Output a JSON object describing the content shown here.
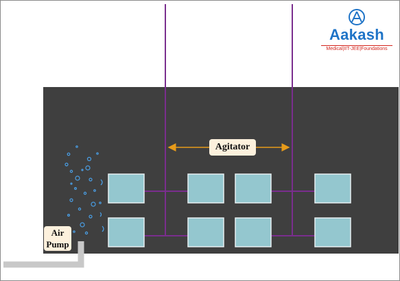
{
  "diagram": {
    "agitator_label": "Agitator",
    "air_pump_label_line1": "Air",
    "air_pump_label_line2": "Pump"
  },
  "logo": {
    "name": "Aakash",
    "tagline": "Medical|IIT-JEE|Foundations"
  },
  "colors": {
    "tank": "#3f3f3f",
    "plate_fill": "#94c7cf",
    "plate_border": "#e6eef0",
    "shaft": "#7a2e8e",
    "arrow": "#e79b1a",
    "bubbles": "#4a9fe6",
    "pipe": "#c8c8c8",
    "logo_blue": "#1f74c7",
    "logo_red": "#d3231b"
  }
}
